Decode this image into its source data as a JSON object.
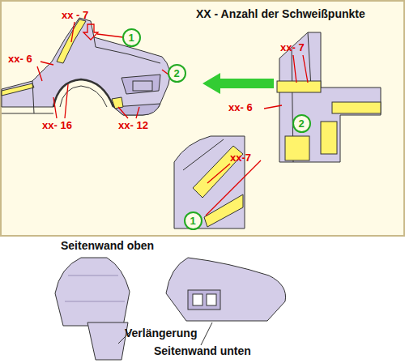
{
  "diagram": {
    "title": "XX -  Anzahl der Schweißpunkte",
    "nodes": [
      {
        "text": [
          "1"
        ]
      },
      {
        "text": [
          "2"
        ]
      },
      {
        "text": [
          "2"
        ]
      },
      {
        "text": [
          "1"
        ]
      }
    ],
    "labels": [
      "xx - 7",
      "xx- 6",
      "xx- 16",
      "xx- 12",
      "xx- 7",
      "xx- 6",
      "xx-7",
      "Seitenwand oben",
      "Verlängerung",
      "Seitenwand unten"
    ]
  }
}
